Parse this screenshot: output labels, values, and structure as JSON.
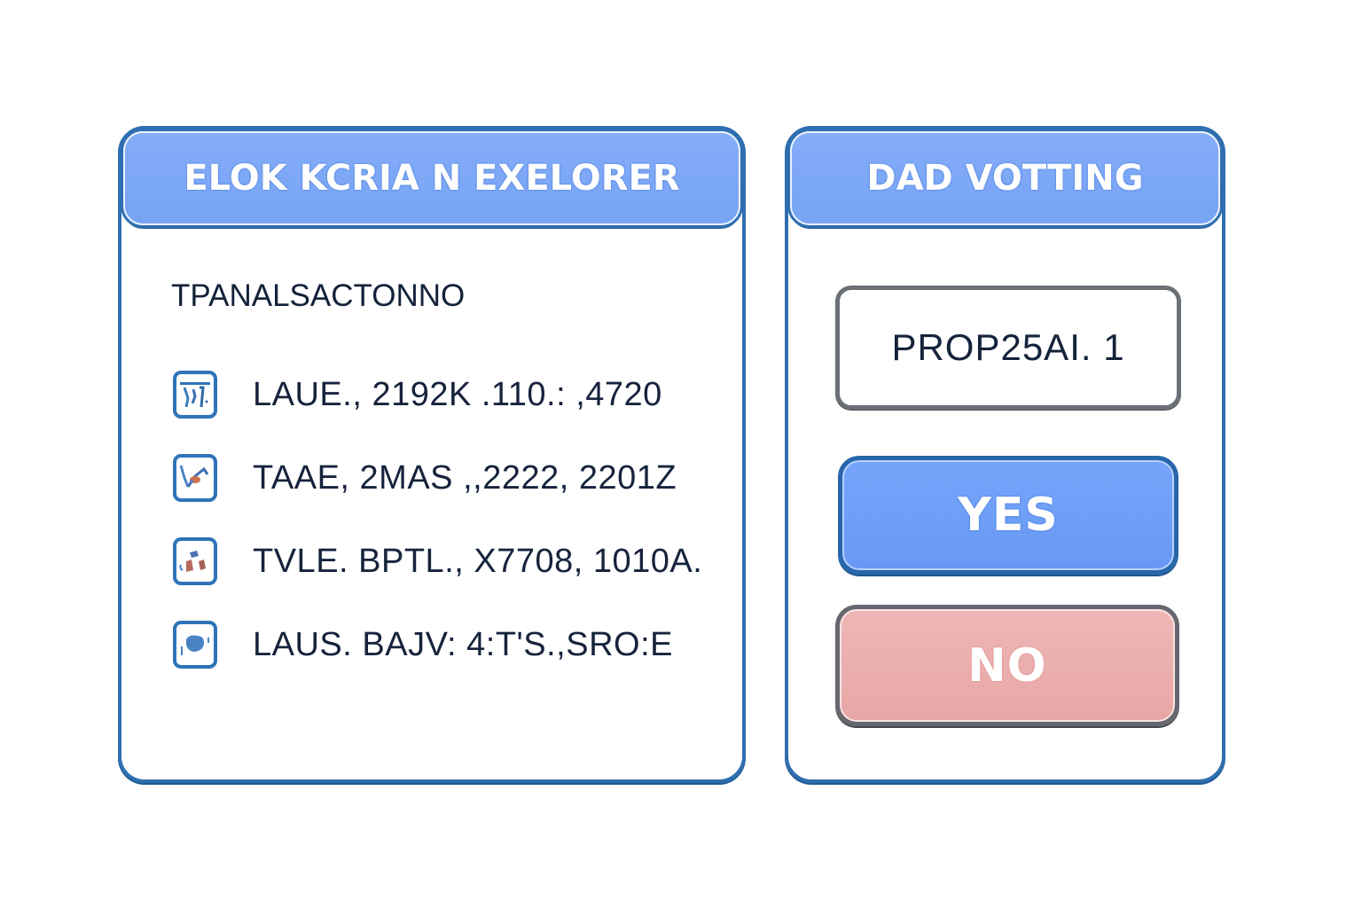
{
  "explorer": {
    "title": "ELOK KCRIA N EXELORER",
    "section_label": "TPANALSACTONNO",
    "transactions": [
      {
        "icon": "receipt-icon",
        "text": "LAUE., 2192K .110.: ,4720"
      },
      {
        "icon": "transfer-icon",
        "text": "TAAE, 2MAS ,,2222, 2201Z"
      },
      {
        "icon": "tokens-icon",
        "text": "TVLE. BPTL., X7708, 1010A."
      },
      {
        "icon": "block-icon",
        "text": "LAUS. BAJV: 4:T'S.,SRO:E"
      }
    ]
  },
  "voting": {
    "title": "DAD VOTTING",
    "proposal_label": "PROP25AI.  1",
    "yes_label": "YES",
    "no_label": "NO"
  },
  "colors": {
    "panel_border": "#2f6fb0",
    "header_fill": "#7ea8f7",
    "yes_fill": "#6e9ff6",
    "no_fill": "#eaafae",
    "text_dark": "#16233c"
  }
}
